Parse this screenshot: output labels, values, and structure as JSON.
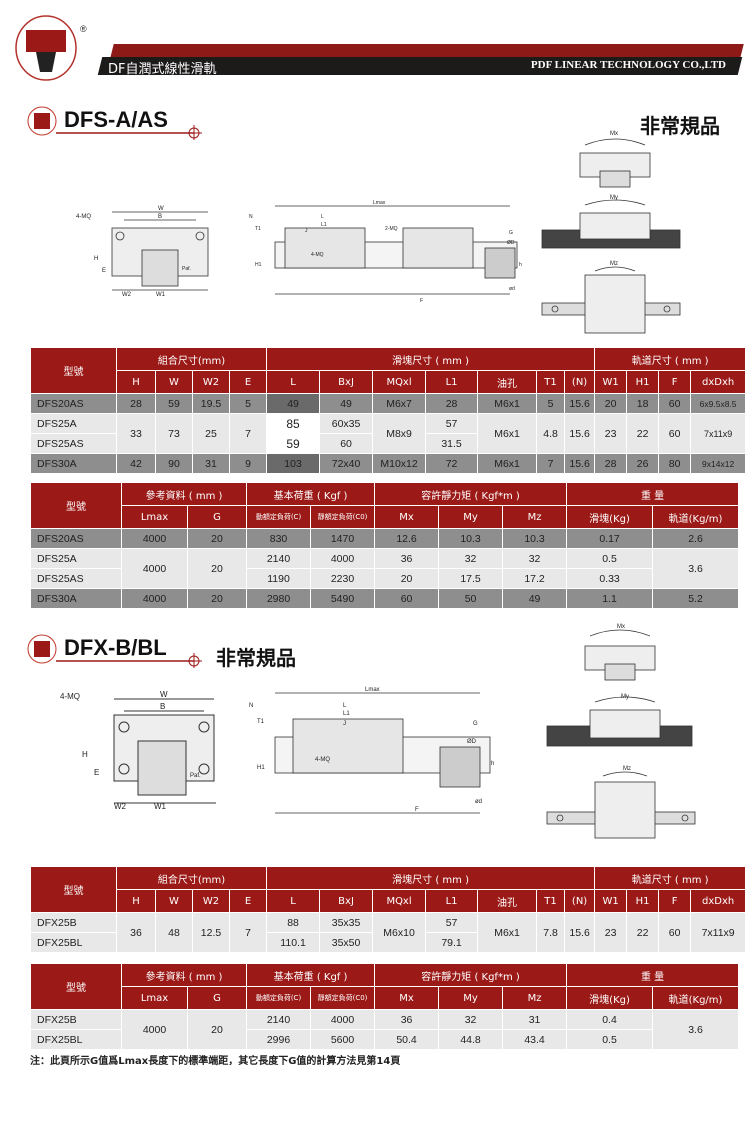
{
  "header": {
    "title_cn": "DF自潤式線性滑軌",
    "company": "PDF LINEAR TECHNOLOGY CO.,LTD",
    "registered": "®"
  },
  "colors": {
    "brand_red": "#9b1a18",
    "black": "#1d1a1a"
  },
  "labels": {
    "mq4": "4-MQ",
    "mq2": "2-MQ",
    "W": "W",
    "B": "B",
    "H": "H",
    "E": "E",
    "W2": "W2",
    "W1": "W1",
    "paf": "Paf.",
    "lmax": "Lmax",
    "N": "N",
    "T1": "T1",
    "L": "L",
    "L1": "L1",
    "J": "J",
    "G": "G",
    "D": "ØD",
    "h": "h",
    "H1": "H1",
    "d": "ød",
    "F": "F",
    "Mx": "Mx",
    "My": "My",
    "Mz": "Mz"
  },
  "section1": {
    "title": "DFS-A/AS",
    "nonstandard": "非常規品"
  },
  "section2": {
    "title": "DFX-B/BL",
    "nonstandard": "非常規品"
  },
  "dim_headers": {
    "model": "型號",
    "group1": "組合尺寸(mm)",
    "group2": "滑塊尺寸 ( mm )",
    "group3": "軌道尺寸 ( mm )",
    "cols": [
      "H",
      "W",
      "W2",
      "E",
      "L",
      "BxJ",
      "MQxl",
      "L1",
      "油孔",
      "T1",
      "(N)",
      "W1",
      "H1",
      "F",
      "dxDxh"
    ]
  },
  "load_headers": {
    "model": "型號",
    "group1": "參考資料 ( mm )",
    "group2": "基本荷重 ( Kgf )",
    "group3": "容許靜力矩 ( Kgf*m )",
    "group4": "重 量",
    "cols": [
      "Lmax",
      "G",
      "動額定負荷(C)",
      "靜額定負荷(C0)",
      "Mx",
      "My",
      "Mz",
      "滑塊(Kg)",
      "軌道(Kg/m)"
    ]
  },
  "table1": {
    "rows": [
      [
        "DFS20AS",
        "28",
        "59",
        "19.5",
        "5",
        "49",
        "49",
        "M6x7",
        "28",
        "M6x1",
        "5",
        "15.6",
        "20",
        "18",
        "60",
        "6x9.5x8.5"
      ],
      [
        "DFS25A",
        "33",
        "73",
        "25",
        "7",
        "85",
        "60x35",
        "M8x9",
        "57",
        "M6x1",
        "4.8",
        "15.6",
        "23",
        "22",
        "60",
        "7x11x9"
      ],
      [
        "DFS25AS",
        "",
        "",
        "",
        "",
        "59",
        "60",
        "",
        "31.5"
      ],
      [
        "DFS30A",
        "42",
        "90",
        "31",
        "9",
        "103",
        "72x40",
        "M10x12",
        "72",
        "M6x1",
        "7",
        "15.6",
        "28",
        "26",
        "80",
        "9x14x12"
      ]
    ]
  },
  "table2": {
    "rows": [
      [
        "DFS20AS",
        "4000",
        "20",
        "830",
        "1470",
        "12.6",
        "10.3",
        "10.3",
        "0.17",
        "2.6"
      ],
      [
        "DFS25A",
        "4000",
        "20",
        "2140",
        "4000",
        "36",
        "32",
        "32",
        "0.5",
        "3.6"
      ],
      [
        "DFS25AS",
        "",
        "",
        "1190",
        "2230",
        "20",
        "17.5",
        "17.2",
        "0.33"
      ],
      [
        "DFS30A",
        "4000",
        "20",
        "2980",
        "5490",
        "60",
        "50",
        "49",
        "1.1",
        "5.2"
      ]
    ]
  },
  "table3": {
    "rows": [
      [
        "DFX25B",
        "36",
        "48",
        "12.5",
        "7",
        "88",
        "35x35",
        "M6x10",
        "57",
        "M6x1",
        "7.8",
        "15.6",
        "23",
        "22",
        "60",
        "7x11x9"
      ],
      [
        "DFX25BL",
        "",
        "",
        "",
        "",
        "110.1",
        "35x50",
        "",
        "79.1"
      ]
    ]
  },
  "table4": {
    "rows": [
      [
        "DFX25B",
        "4000",
        "20",
        "2140",
        "4000",
        "36",
        "32",
        "31",
        "0.4",
        "3.6"
      ],
      [
        "DFX25BL",
        "",
        "",
        "2996",
        "5600",
        "50.4",
        "44.8",
        "43.4",
        "0.5"
      ]
    ]
  },
  "note": "注：此頁所示G值爲Lmax長度下的標準端距，其它長度下G值的計算方法見第14頁"
}
